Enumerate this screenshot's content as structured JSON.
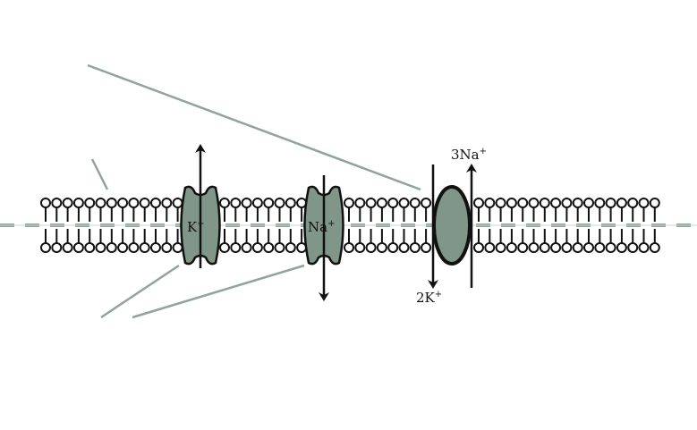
{
  "colors": {
    "protein": "#7f9689",
    "leader": "#8fa59a",
    "outline": "#111111"
  },
  "labels": {
    "k_channel": {
      "ion": "K",
      "charge": "+"
    },
    "na_channel": {
      "ion": "Na",
      "charge": "+"
    },
    "pump_out": {
      "ion": "3Na",
      "charge": "+"
    },
    "pump_in": {
      "ion": "2K",
      "charge": "+"
    }
  }
}
